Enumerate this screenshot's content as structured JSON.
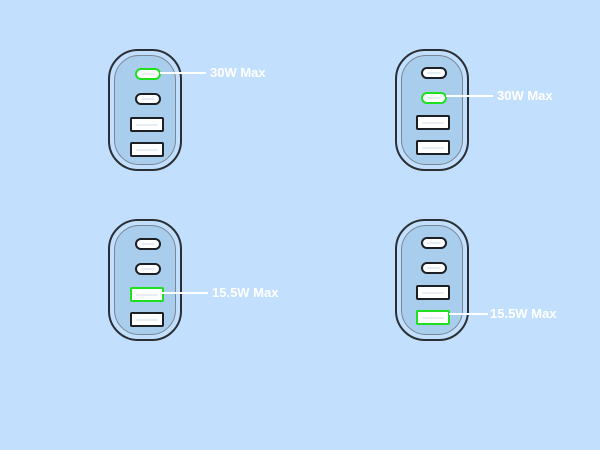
{
  "diagram": {
    "chargers": [
      {
        "active_port": "usb-c-1",
        "label": "30W Max"
      },
      {
        "active_port": "usb-c-2",
        "label": "30W Max"
      },
      {
        "active_port": "usb-a-1",
        "label": "15.5W Max"
      },
      {
        "active_port": "usb-a-2",
        "label": "15.5W Max"
      }
    ],
    "colors": {
      "background": "#c2e0fd",
      "active_port": "#1fe01f",
      "port_outline": "#1c1f23",
      "label": "#ffffff"
    }
  }
}
